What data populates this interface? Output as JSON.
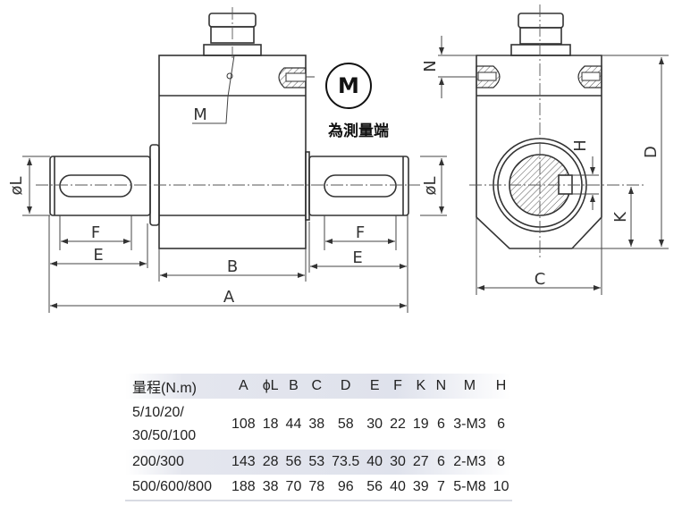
{
  "drawing": {
    "labels": {
      "M_callout": "M",
      "phiL_left": "øL",
      "phiL_right": "øL",
      "F_left": "F",
      "E_left": "E",
      "F_right": "F",
      "E_right": "E",
      "B": "B",
      "A": "A",
      "N": "N",
      "H": "H",
      "D": "D",
      "K": "K",
      "C": "C"
    },
    "note_symbol": "M",
    "note_text": "為測量端"
  },
  "table": {
    "headers": [
      "量程(N.m)",
      "A",
      "ϕL",
      "B",
      "C",
      "D",
      "E",
      "F",
      "K",
      "N",
      "M",
      "H"
    ],
    "rows": [
      {
        "range_line1": "5/10/20/",
        "range_line2": "30/50/100",
        "values": [
          "108",
          "18",
          "44",
          "38",
          "58",
          "30",
          "22",
          "19",
          "6",
          "3-M3",
          "6"
        ]
      },
      {
        "range": "200/300",
        "values": [
          "143",
          "28",
          "56",
          "53",
          "73.5",
          "40",
          "30",
          "27",
          "6",
          "2-M3",
          "8"
        ]
      },
      {
        "range": "500/600/800",
        "values": [
          "188",
          "38",
          "70",
          "78",
          "96",
          "56",
          "40",
          "39",
          "7",
          "5-M8",
          "10"
        ]
      }
    ]
  }
}
